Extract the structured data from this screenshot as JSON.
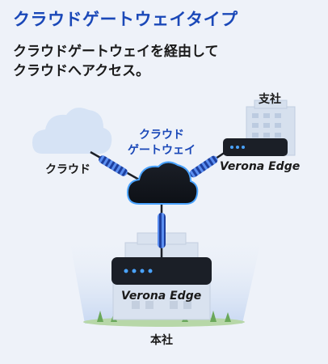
{
  "title": "クラウドゲートウェイタイプ",
  "subtitle": {
    "line1": "クラウドゲートウェイを経由して",
    "line2": "クラウドへアクセス。"
  },
  "nodes": {
    "cloud_label": "クラウド",
    "gateway_line1": "クラウド",
    "gateway_line2": "ゲートウェイ",
    "branch_label": "支社",
    "branch_device": "Verona Edge",
    "hq_device": "Verona Edge",
    "hq_label": "本社"
  },
  "colors": {
    "title": "#1a48b8",
    "cable_blue": "#2a5bd7",
    "device": "#1b1f27",
    "led": "#4aa3ff"
  }
}
